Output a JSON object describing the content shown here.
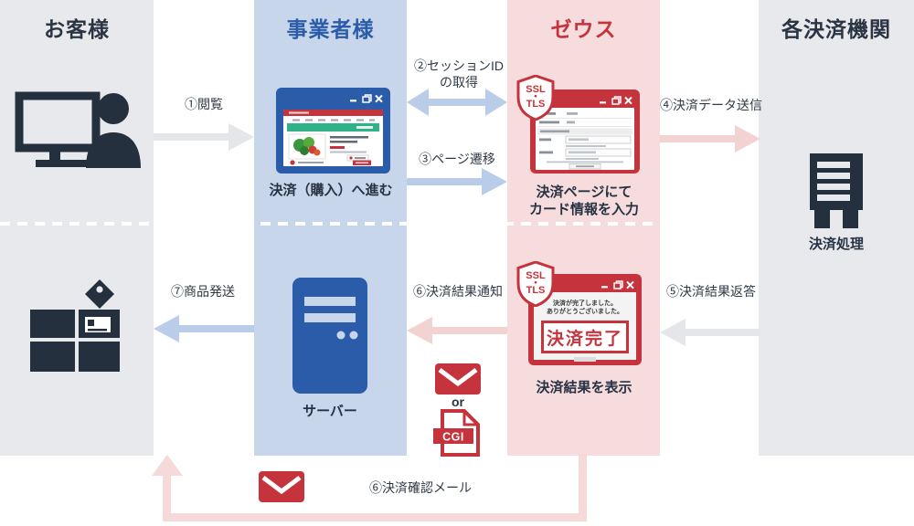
{
  "columns": [
    {
      "label": "お客様"
    },
    {
      "label": "事業者様"
    },
    {
      "label": "ゼウス"
    },
    {
      "label": "各決済機関"
    }
  ],
  "steps": {
    "browse": "①閲覧",
    "session_line1": "②セッションID",
    "session_line2": "の取得",
    "page_move": "③ページ遷移",
    "send_data": "④決済データ送信",
    "result_reply": "⑤決済結果返答",
    "result_notify": "⑥決済結果通知",
    "ship": "⑦商品発送",
    "confirm_mail": "⑥決済確認メール",
    "or": "or"
  },
  "captions": {
    "proceed": "決済（購入）へ進む",
    "card_page_line1": "決済ページにて",
    "card_page_line2": "カード情報を入力",
    "show_result": "決済結果を表示",
    "server": "サーバー",
    "processing": "決済処理"
  },
  "badges": {
    "ssl": "SSL",
    "tls": "TLS",
    "cgi": "CGI"
  },
  "result_window": {
    "line1": "決済が完了しました。",
    "line2": "ありがとうございました。",
    "stamp": "決済完了"
  },
  "colors": {
    "column_gray": "#e8e9ec",
    "column_blue": "#c8d6eb",
    "column_pink": "#f6dcdc",
    "brand_red": "#c5333c",
    "brand_blue": "#2b5ca9",
    "icon_dark": "#25303e",
    "arrow_gray": "#e5e6e9",
    "arrow_blue": "#b9cde9",
    "arrow_pink": "#f3d2d2",
    "text_dark": "#2a3443"
  }
}
